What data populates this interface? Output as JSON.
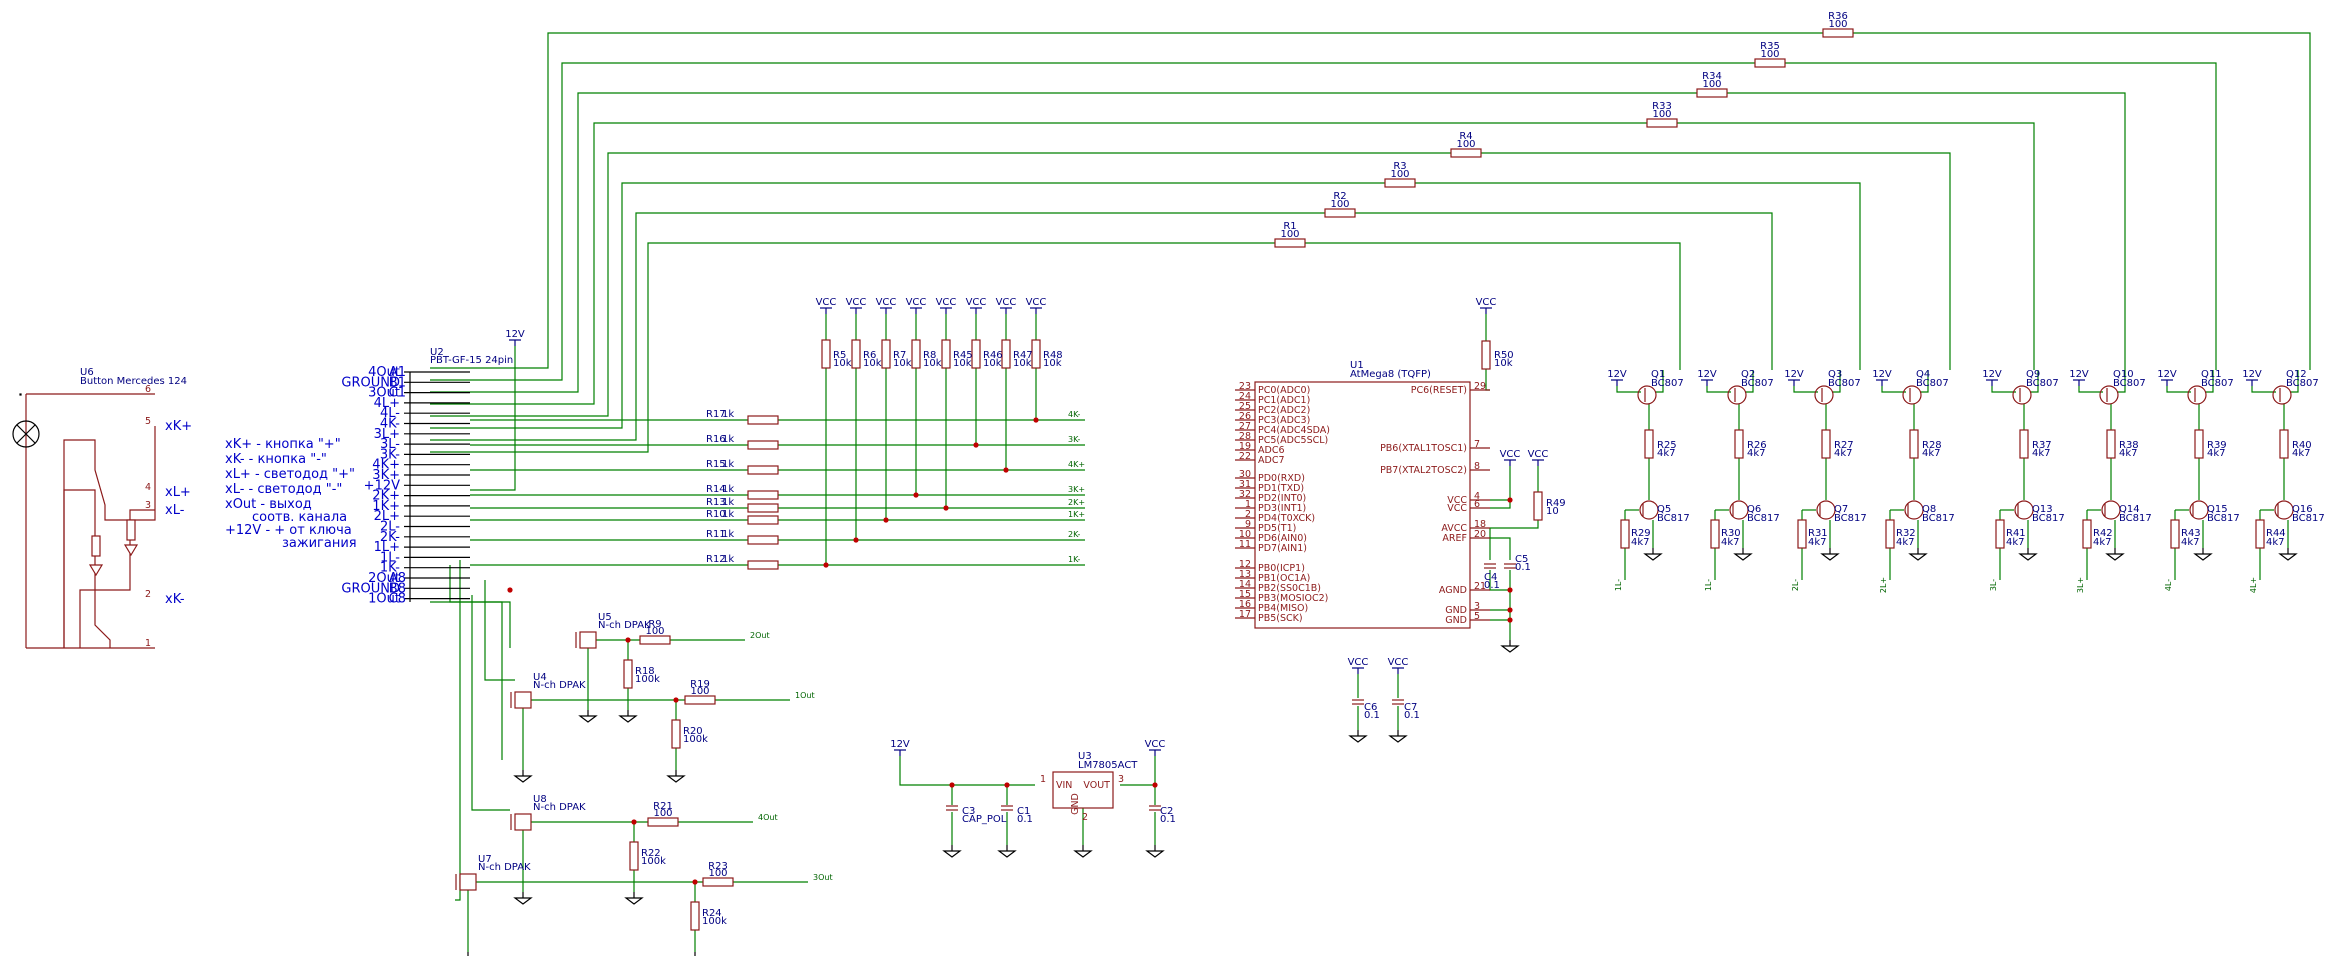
{
  "u6": {
    "ref": "U6",
    "value": "Button Mercedes 124",
    "pins": [
      "6",
      "5",
      "4",
      "3",
      "2",
      "1"
    ]
  },
  "legend": [
    "xK+ - кнопка \"+\"",
    "xK- - кнопка \"-\"",
    "xL+ - светодод \"+\"",
    "xL- - светодод \"-\"",
    "xOut - выход",
    "соотв. канала",
    "+12V - + от ключа",
    "зажигания"
  ],
  "u6_labels": [
    "xK+",
    "xL+",
    "xL-",
    "xK-"
  ],
  "connector": {
    "ref": "U2",
    "value": "PBT-GF-15 24pin",
    "pins": [
      {
        "name": "4Out",
        "pin": "A1"
      },
      {
        "name": "GROUND",
        "pin": "B1"
      },
      {
        "name": "3Out",
        "pin": "C1"
      },
      {
        "name": "4L+",
        "pin": ""
      },
      {
        "name": "4L-",
        "pin": ""
      },
      {
        "name": "4K-",
        "pin": ""
      },
      {
        "name": "3L+",
        "pin": ""
      },
      {
        "name": "3L-",
        "pin": ""
      },
      {
        "name": "3K-",
        "pin": ""
      },
      {
        "name": "4K+",
        "pin": ""
      },
      {
        "name": "3K+",
        "pin": ""
      },
      {
        "name": "+12V",
        "pin": ""
      },
      {
        "name": "2K+",
        "pin": ""
      },
      {
        "name": "1K+",
        "pin": ""
      },
      {
        "name": "2L+",
        "pin": ""
      },
      {
        "name": "2L-",
        "pin": ""
      },
      {
        "name": "2K-",
        "pin": ""
      },
      {
        "name": "1L+",
        "pin": ""
      },
      {
        "name": "1L-",
        "pin": ""
      },
      {
        "name": "1K-",
        "pin": ""
      },
      {
        "name": "2Out",
        "pin": "A8"
      },
      {
        "name": "GROUND",
        "pin": "B8"
      },
      {
        "name": "1Out",
        "pin": "C8"
      }
    ]
  },
  "power": {
    "v12": "12V",
    "vcc": "VCC"
  },
  "pullups": [
    {
      "ref": "R5",
      "val": "10k"
    },
    {
      "ref": "R6",
      "val": "10k"
    },
    {
      "ref": "R7",
      "val": "10k"
    },
    {
      "ref": "R8",
      "val": "10k"
    },
    {
      "ref": "R45",
      "val": "10k"
    },
    {
      "ref": "R46",
      "val": "10k"
    },
    {
      "ref": "R47",
      "val": "10k"
    },
    {
      "ref": "R48",
      "val": "10k"
    }
  ],
  "inputs": [
    {
      "ref": "R17",
      "val": "1k",
      "net": "4K-"
    },
    {
      "ref": "R16",
      "val": "1k",
      "net": "3K-"
    },
    {
      "ref": "R15",
      "val": "1k",
      "net": "4K+"
    },
    {
      "ref": "R14",
      "val": "1k",
      "net": "3K+"
    },
    {
      "ref": "R13",
      "val": "1k",
      "net": "2K+"
    },
    {
      "ref": "R10",
      "val": "1k",
      "net": "1K+"
    },
    {
      "ref": "R11",
      "val": "1k",
      "net": "2K-"
    },
    {
      "ref": "R12",
      "val": "1k",
      "net": "1K-"
    }
  ],
  "top_resistors": [
    {
      "ref": "R36",
      "val": "100"
    },
    {
      "ref": "R35",
      "val": "100"
    },
    {
      "ref": "R34",
      "val": "100"
    },
    {
      "ref": "R33",
      "val": "100"
    },
    {
      "ref": "R4",
      "val": "100"
    },
    {
      "ref": "R3",
      "val": "100"
    },
    {
      "ref": "R2",
      "val": "100"
    },
    {
      "ref": "R1",
      "val": "100"
    }
  ],
  "mcu": {
    "ref": "U1",
    "value": "AtMega8 (TQFP)",
    "left_pins": [
      {
        "num": "23",
        "name": "PC0(ADC0)"
      },
      {
        "num": "24",
        "name": "PC1(ADC1)"
      },
      {
        "num": "25",
        "name": "PC2(ADC2)"
      },
      {
        "num": "26",
        "name": "PC3(ADC3)"
      },
      {
        "num": "27",
        "name": "PC4(ADC4SDA)"
      },
      {
        "num": "28",
        "name": "PC5(ADC5SCL)"
      },
      {
        "num": "19",
        "name": "ADC6"
      },
      {
        "num": "22",
        "name": "ADC7"
      },
      {
        "num": "30",
        "name": "PD0(RXD)"
      },
      {
        "num": "31",
        "name": "PD1(TXD)"
      },
      {
        "num": "32",
        "name": "PD2(INT0)"
      },
      {
        "num": "1",
        "name": "PD3(INT1)"
      },
      {
        "num": "2",
        "name": "PD4(T0XCK)"
      },
      {
        "num": "9",
        "name": "PD5(T1)"
      },
      {
        "num": "10",
        "name": "PD6(AIN0)"
      },
      {
        "num": "11",
        "name": "PD7(AIN1)"
      },
      {
        "num": "12",
        "name": "PB0(ICP1)"
      },
      {
        "num": "13",
        "name": "PB1(OC1A)"
      },
      {
        "num": "14",
        "name": "PB2(SS0C1B)"
      },
      {
        "num": "15",
        "name": "PB3(MOSIOC2)"
      },
      {
        "num": "16",
        "name": "PB4(MISO)"
      },
      {
        "num": "17",
        "name": "PB5(SCK)"
      }
    ],
    "right_pins": [
      {
        "num": "29",
        "name": "PC6(RESET)"
      },
      {
        "num": "7",
        "name": "PB6(XTAL1TOSC1)"
      },
      {
        "num": "8",
        "name": "PB7(XTAL2TOSC2)"
      },
      {
        "num": "4",
        "name": "VCC"
      },
      {
        "num": "6",
        "name": "VCC"
      },
      {
        "num": "18",
        "name": "AVCC"
      },
      {
        "num": "20",
        "name": "AREF"
      },
      {
        "num": "21",
        "name": "AGND"
      },
      {
        "num": "3",
        "name": "GND"
      },
      {
        "num": "5",
        "name": "GND"
      }
    ]
  },
  "r50": {
    "ref": "R50",
    "val": "10k"
  },
  "r49": {
    "ref": "R49",
    "val": "10"
  },
  "c4": {
    "ref": "C4",
    "val": "0.1"
  },
  "c5": {
    "ref": "C5",
    "val": "0.1"
  },
  "c6": {
    "ref": "C6",
    "val": "0.1"
  },
  "c7": {
    "ref": "C7",
    "val": "0.1"
  },
  "regulator": {
    "c3": {
      "ref": "C3",
      "val": "CAP_POL"
    },
    "c1": {
      "ref": "C1",
      "val": "0.1"
    },
    "c2": {
      "ref": "C2",
      "val": "0.1"
    },
    "u3": {
      "ref": "U3",
      "val": "LM7805ACT",
      "vin": "VIN",
      "vout": "VOUT",
      "gnd": "GND",
      "pin1": "1",
      "pin3": "3",
      "pin2": "2"
    }
  },
  "mosfets": [
    {
      "ref": "U5",
      "val": "N-ch DPAK",
      "rg": "R9",
      "rgv": "100",
      "rp": "R18",
      "rpv": "100k",
      "net": "2Out"
    },
    {
      "ref": "U4",
      "val": "N-ch DPAK",
      "rg": "R19",
      "rgv": "100",
      "rp": "R20",
      "rpv": "100k",
      "net": "1Out"
    },
    {
      "ref": "U8",
      "val": "N-ch DPAK",
      "rg": "R21",
      "rgv": "100",
      "rp": "R22",
      "rpv": "100k",
      "net": "4Out"
    },
    {
      "ref": "U7",
      "val": "N-ch DPAK",
      "rg": "R23",
      "rgv": "100",
      "rp": "R24",
      "rpv": "100k",
      "net": "3Out"
    }
  ],
  "drivers": [
    {
      "q": "Q1",
      "qv": "BC807",
      "r": "R25",
      "rv": "4k7",
      "qn": "Q5",
      "qnv": "BC817",
      "rb": "R29",
      "rbv": "4k7",
      "net": "1L-"
    },
    {
      "q": "Q2",
      "qv": "BC807",
      "r": "R26",
      "rv": "4k7",
      "qn": "Q6",
      "qnv": "BC817",
      "rb": "R30",
      "rbv": "4k7",
      "net": "1L-"
    },
    {
      "q": "Q3",
      "qv": "BC807",
      "r": "R27",
      "rv": "4k7",
      "qn": "Q7",
      "qnv": "BC817",
      "rb": "R31",
      "rbv": "4k7",
      "net": "2L-"
    },
    {
      "q": "Q4",
      "qv": "BC807",
      "r": "R28",
      "rv": "4k7",
      "qn": "Q8",
      "qnv": "BC817",
      "rb": "R32",
      "rbv": "4k7",
      "net": "2L+"
    },
    {
      "q": "Q9",
      "qv": "BC807",
      "r": "R37",
      "rv": "4k7",
      "qn": "Q13",
      "qnv": "BC817",
      "rb": "R41",
      "rbv": "4k7",
      "net": "3L-"
    },
    {
      "q": "Q10",
      "qv": "BC807",
      "r": "R38",
      "rv": "4k7",
      "qn": "Q14",
      "qnv": "BC817",
      "rb": "R42",
      "rbv": "4k7",
      "net": "3L+"
    },
    {
      "q": "Q11",
      "qv": "BC807",
      "r": "R39",
      "rv": "4k7",
      "qn": "Q15",
      "qnv": "BC817",
      "rb": "R43",
      "rbv": "4k7",
      "net": "4L-"
    },
    {
      "q": "Q12",
      "qv": "BC807",
      "r": "R40",
      "rv": "4k7",
      "qn": "Q16",
      "qnv": "BC817",
      "rb": "R44",
      "rbv": "4k7",
      "net": "4L+"
    }
  ]
}
